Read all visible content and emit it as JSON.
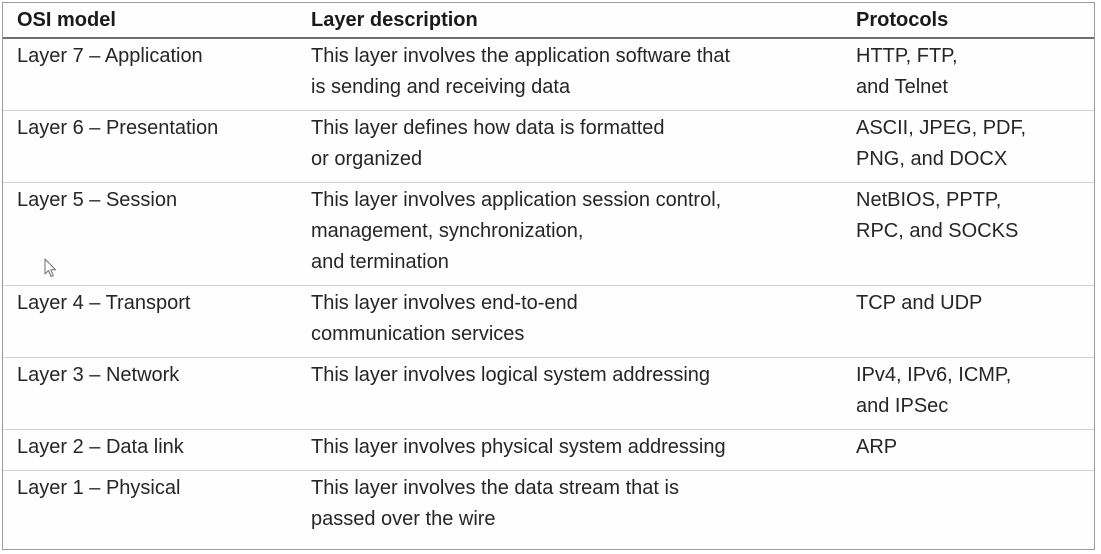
{
  "table": {
    "headers": {
      "model": "OSI model",
      "description": "Layer description",
      "protocols": "Protocols"
    },
    "rows": [
      {
        "layer": "Layer 7 – Application",
        "description": [
          "This layer involves the application software that",
          "is sending and receiving data"
        ],
        "protocols": [
          "HTTP, FTP,",
          "and Telnet"
        ]
      },
      {
        "layer": "Layer 6 – Presentation",
        "description": [
          "This layer defines how data is formatted",
          "or organized"
        ],
        "protocols": [
          "ASCII, JPEG, PDF,",
          "PNG, and DOCX"
        ]
      },
      {
        "layer": "Layer 5 – Session",
        "description": [
          "This layer involves application session control,",
          "management, synchronization,",
          "and termination"
        ],
        "protocols": [
          "NetBIOS, PPTP,",
          "RPC, and SOCKS"
        ]
      },
      {
        "layer": "Layer 4 – Transport",
        "description": [
          "This layer involves end-to-end",
          "communication services"
        ],
        "protocols": [
          "TCP and UDP"
        ]
      },
      {
        "layer": "Layer 3 – Network",
        "description": [
          "This layer involves logical system addressing"
        ],
        "protocols": [
          "IPv4, IPv6, ICMP,",
          "and IPSec"
        ]
      },
      {
        "layer": "Layer 2 – Data link",
        "description": [
          "This layer involves physical system addressing"
        ],
        "protocols": [
          "ARP"
        ]
      },
      {
        "layer": "Layer 1 – Physical",
        "description": [
          "This layer involves the data stream that is",
          "passed over the wire"
        ],
        "protocols": []
      }
    ]
  },
  "cursor_icon": "mouse-pointer-icon"
}
